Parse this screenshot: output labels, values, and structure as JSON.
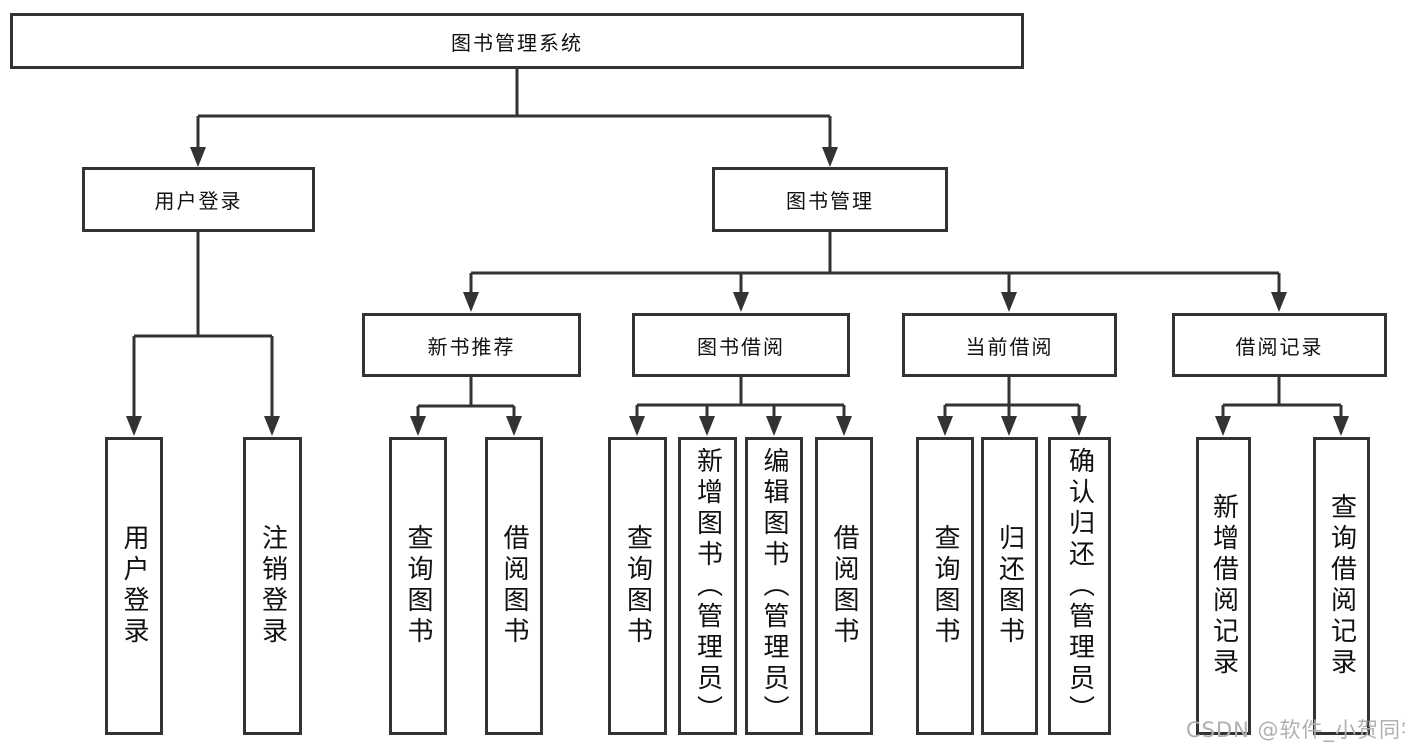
{
  "title_node": "图书管理系统",
  "level2": {
    "user_login": "用户登录",
    "book_mgmt": "图书管理"
  },
  "level3": {
    "new_book_rec": "新书推荐",
    "book_borrow": "图书借阅",
    "current_borrow": "当前借阅",
    "borrow_records": "借阅记录"
  },
  "leaves": {
    "user_login": [
      "用户登录",
      "注销登录"
    ],
    "new_book_rec": [
      "查询图书",
      "借阅图书"
    ],
    "book_borrow": [
      "查询图书",
      "新增图书（管理员）",
      "编辑图书（管理员）",
      "借阅图书"
    ],
    "current_borrow": [
      "查询图书",
      "归还图书",
      "确认归还（管理员）"
    ],
    "borrow_records": [
      "新增借阅记录",
      "查询借阅记录"
    ]
  },
  "watermark": "CSDN @软件_小贺同学",
  "colors": {
    "line": "#333333",
    "text": "#111111",
    "box_background": "#ffffff",
    "watermark": "#b0b0b0"
  }
}
